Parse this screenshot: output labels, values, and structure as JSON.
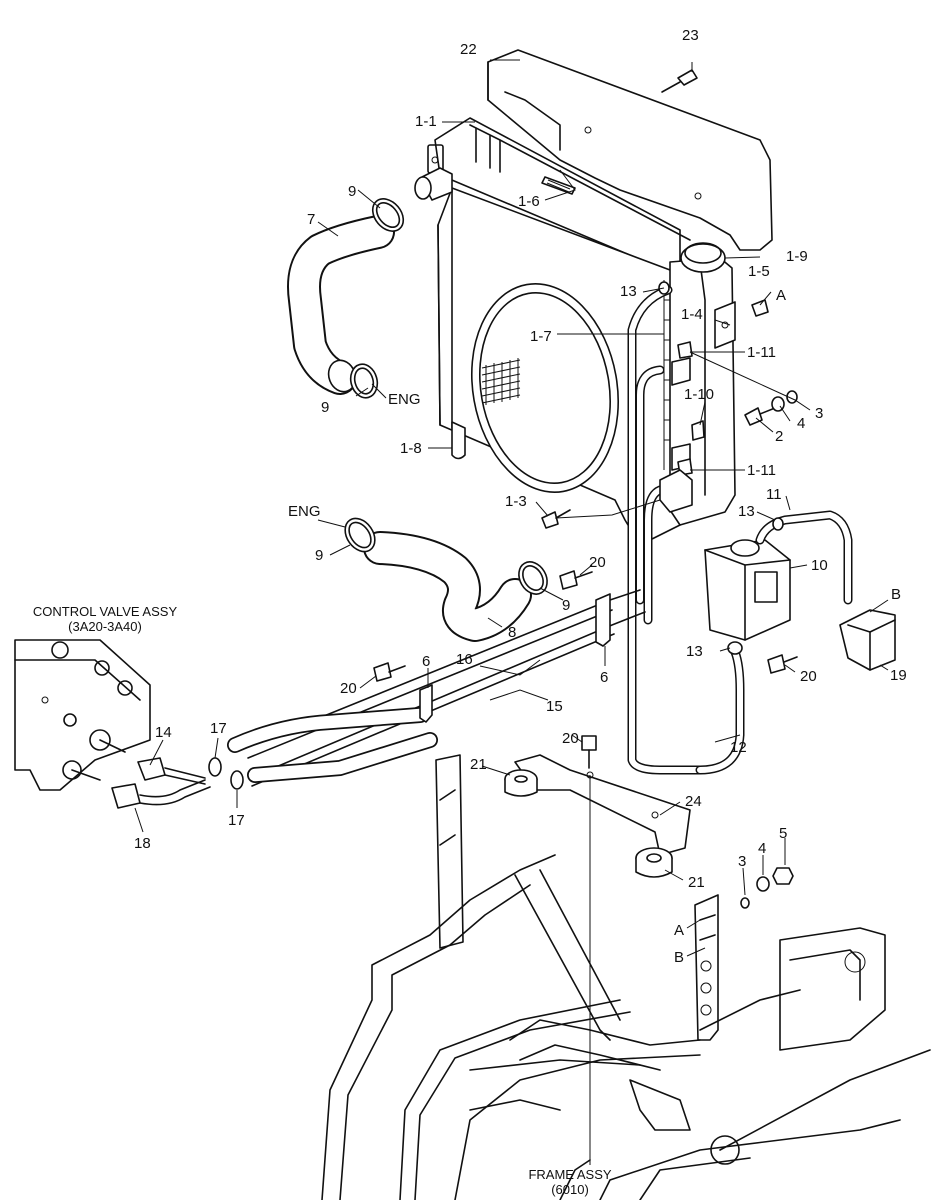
{
  "assemblies": {
    "control_valve": {
      "line1": "CONTROL VALVE ASSY",
      "line2": "(3A20-3A40)"
    },
    "frame": {
      "line1": "FRAME ASSY",
      "line2": "(6010)"
    }
  },
  "callouts": {
    "p22": "22",
    "p23": "23",
    "p1_1": "1-1",
    "p9a": "9",
    "p7": "7",
    "p1_6": "1-6",
    "p1_9": "1-9",
    "p1_5": "1-5",
    "pA1": "A",
    "p13a": "13",
    "p1_4": "1-4",
    "p1_7": "1-7",
    "p1_11a": "1-11",
    "p1_10": "1-10",
    "p3a": "3",
    "p4a": "4",
    "p2": "2",
    "p9b": "9",
    "pENG1": "ENG",
    "p1_8": "1-8",
    "p1_11b": "1-11",
    "p1_3": "1-3",
    "p11": "11",
    "p13b": "13",
    "pENG2": "ENG",
    "p9c": "9",
    "p10": "10",
    "p20a": "20",
    "p9d": "9",
    "pB1": "B",
    "p8": "8",
    "p19": "19",
    "p13c": "13",
    "p20b": "20",
    "p6a": "6",
    "p16": "16",
    "p6b": "6",
    "p20c": "20",
    "p15": "15",
    "p14": "14",
    "p17a": "17",
    "p12": "12",
    "p20d": "20",
    "p17b": "17",
    "p21a": "21",
    "p24": "24",
    "p18": "18",
    "p5": "5",
    "p3b": "3",
    "p4b": "4",
    "p21b": "21",
    "pA2": "A",
    "pB2": "B"
  }
}
